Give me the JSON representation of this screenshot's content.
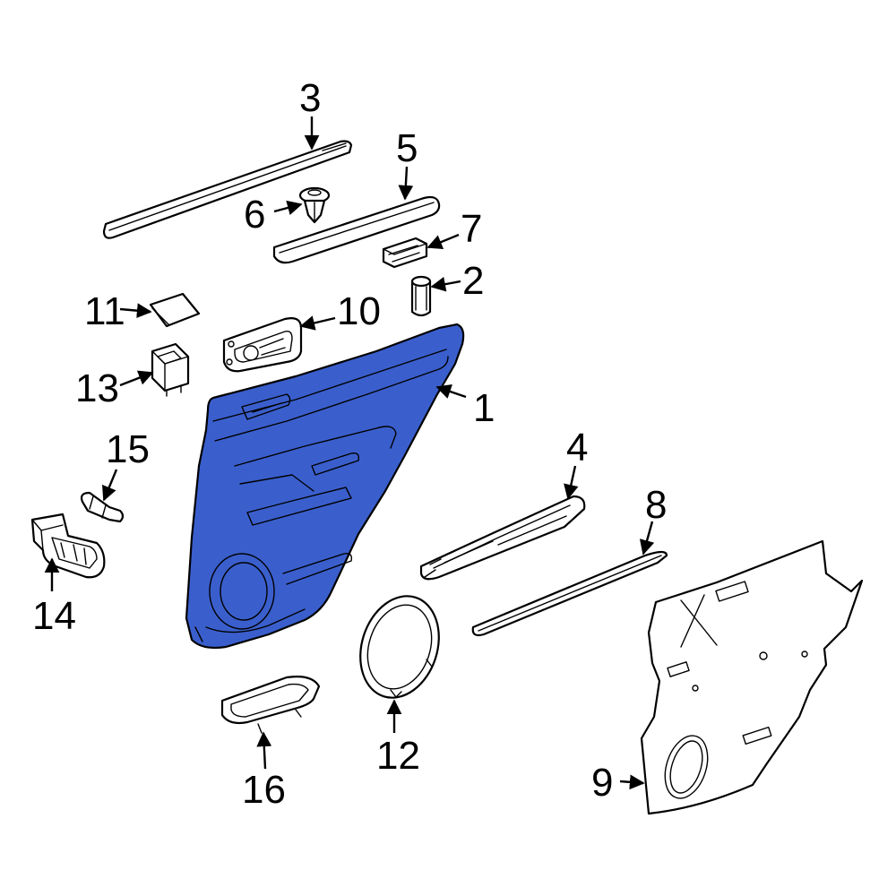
{
  "diagram": {
    "highlight_color": "#3a5fcd",
    "outline_color": "#000000",
    "background_color": "#ffffff",
    "callouts": [
      {
        "id": "1",
        "label": "1"
      },
      {
        "id": "2",
        "label": "2"
      },
      {
        "id": "3",
        "label": "3"
      },
      {
        "id": "4",
        "label": "4"
      },
      {
        "id": "5",
        "label": "5"
      },
      {
        "id": "6",
        "label": "6"
      },
      {
        "id": "7",
        "label": "7"
      },
      {
        "id": "8",
        "label": "8"
      },
      {
        "id": "9",
        "label": "9"
      },
      {
        "id": "10",
        "label": "10"
      },
      {
        "id": "11",
        "label": "11"
      },
      {
        "id": "12",
        "label": "12"
      },
      {
        "id": "13",
        "label": "13"
      },
      {
        "id": "14",
        "label": "14"
      },
      {
        "id": "15",
        "label": "15"
      },
      {
        "id": "16",
        "label": "16"
      }
    ]
  }
}
